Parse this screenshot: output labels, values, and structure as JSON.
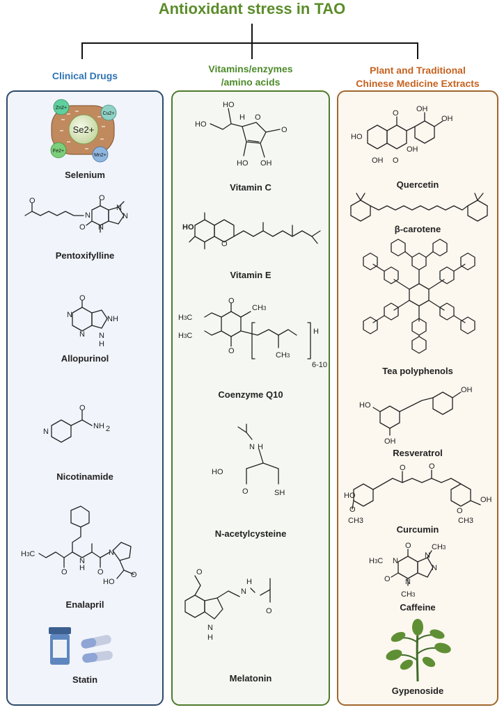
{
  "title": "Antioxidant stress in TAO",
  "colors": {
    "title": "#5b8c2a",
    "clinical": "#2f74b5",
    "vitamins": "#4d8a2a",
    "plant": "#c5621f"
  },
  "columns": [
    {
      "heading": "Clinical Drugs",
      "items": [
        "Selenium",
        "Pentoxifylline",
        "Allopurinol",
        "Nicotinamide",
        "Enalapril",
        "Statin"
      ],
      "selenium_ions": {
        "center": "Se2+",
        "ions": [
          "Zn2+",
          "Cu2+",
          "Fe2+",
          "Mn2+"
        ]
      }
    },
    {
      "heading_lines": [
        "Vitamins/enzymes",
        "/amino acids"
      ],
      "items": [
        "Vitamin C",
        "Vitamin E",
        "Coenzyme Q10",
        "N-acetylcysteine",
        "Melatonin"
      ]
    },
    {
      "heading_lines": [
        "Plant and Traditional",
        "Chinese Medicine Extracts"
      ],
      "items": [
        "Quercetin",
        "β-carotene",
        "Tea polyphenols",
        "Resveratrol",
        "Curcumin",
        "Caffeine",
        "Gypenoside"
      ]
    }
  ],
  "icons": [
    "selenium-ions-icon",
    "pill-bottle-icon",
    "capsule-icon",
    "tomato-plant-icon"
  ]
}
